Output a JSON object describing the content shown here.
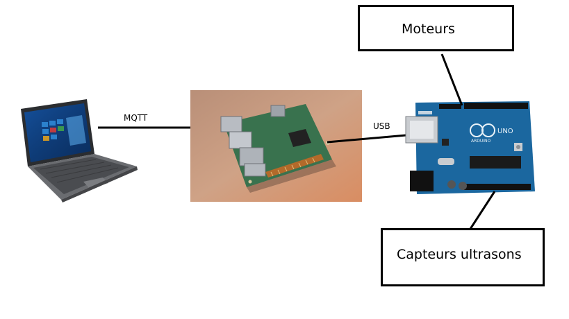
{
  "connections": {
    "laptop_to_pi": "MQTT",
    "pi_to_arduino": "USB"
  },
  "boxes": {
    "motors": "Moteurs",
    "sensors": "Capteurs ultrasons"
  },
  "devices": {
    "laptop": "laptop-icon",
    "raspberry_pi": "raspberry-pi-icon",
    "arduino": "arduino-uno-icon",
    "arduino_board_text": "UNO",
    "arduino_brand": "ARDUINO"
  },
  "colors": {
    "line": "#000000",
    "arduino_blue": "#1f6fa8",
    "pi_green": "#3f7a55",
    "pi_background": "#c99a7e"
  }
}
